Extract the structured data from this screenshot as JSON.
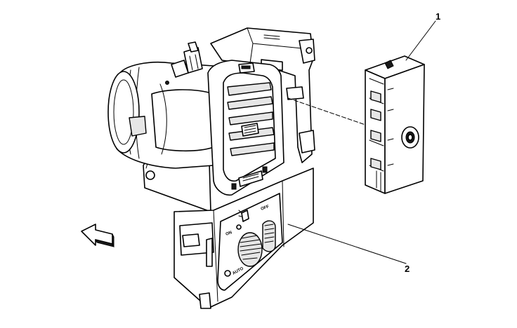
{
  "diagram": {
    "callouts": [
      {
        "label": "1"
      },
      {
        "label": "2"
      }
    ],
    "switch_labels": {
      "off": "OFF",
      "on": "ON",
      "auto": "AUTO"
    }
  }
}
